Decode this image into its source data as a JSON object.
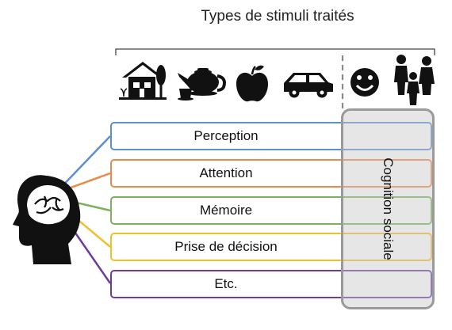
{
  "title": "Types de stimuli traités",
  "stimuli_icons": [
    "house-icon",
    "teapot-icon",
    "apple-icon",
    "car-icon",
    "smiley-face-icon",
    "people-icon"
  ],
  "functions": [
    {
      "label": "Perception",
      "color": "#5b8fd0"
    },
    {
      "label": "Attention",
      "color": "#ea8a4a"
    },
    {
      "label": "Mémoire",
      "color": "#7ab35a"
    },
    {
      "label": "Prise de décision",
      "color": "#f0bf2e"
    },
    {
      "label": "Etc.",
      "color": "#6f3aa0"
    }
  ],
  "social_cognition": {
    "label": "Cognition sociale",
    "border_color": "#9a9a9a"
  },
  "brain_icon": "head-brain-icon"
}
